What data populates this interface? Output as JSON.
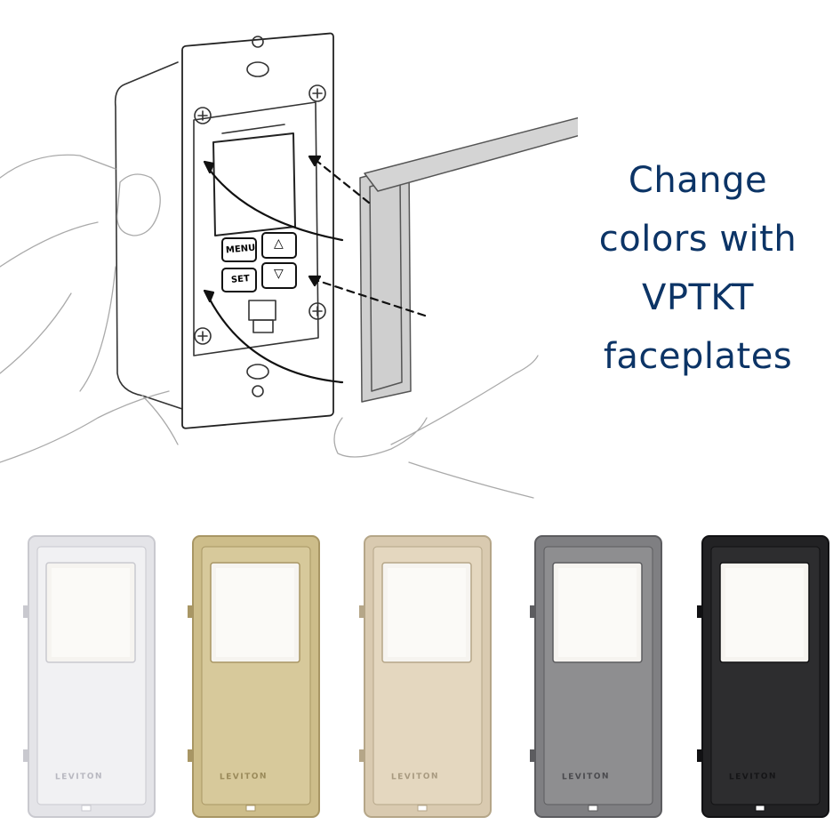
{
  "caption": {
    "lines": [
      "Change",
      "colors with",
      "VPTKT",
      "faceplates"
    ],
    "color": "#0c3466"
  },
  "illustration": {
    "buttons": {
      "menu": "MENU",
      "set": "SET",
      "up": "△",
      "down": "▽"
    }
  },
  "faceplates": [
    {
      "color_name": "white",
      "body": "#f1f1f3",
      "frame": "#e4e4e8",
      "edge": "#c9c9cf",
      "brand": "LEVITON",
      "brand_color": "#b8b8c0"
    },
    {
      "color_name": "ivory",
      "body": "#d7c99b",
      "frame": "#cdbd8a",
      "edge": "#a89664",
      "brand": "LEVITON",
      "brand_color": "#9a8a5a"
    },
    {
      "color_name": "light-almond",
      "body": "#e4d7bf",
      "frame": "#d9cab0",
      "edge": "#b5a688",
      "brand": "LEVITON",
      "brand_color": "#a89a80"
    },
    {
      "color_name": "gray",
      "body": "#8e8e90",
      "frame": "#7f7f82",
      "edge": "#5c5c5f",
      "brand": "LEVITON",
      "brand_color": "#4a4a4e"
    },
    {
      "color_name": "black",
      "body": "#2d2d2f",
      "frame": "#222224",
      "edge": "#111113",
      "brand": "LEVITON",
      "brand_color": "#151517"
    }
  ]
}
